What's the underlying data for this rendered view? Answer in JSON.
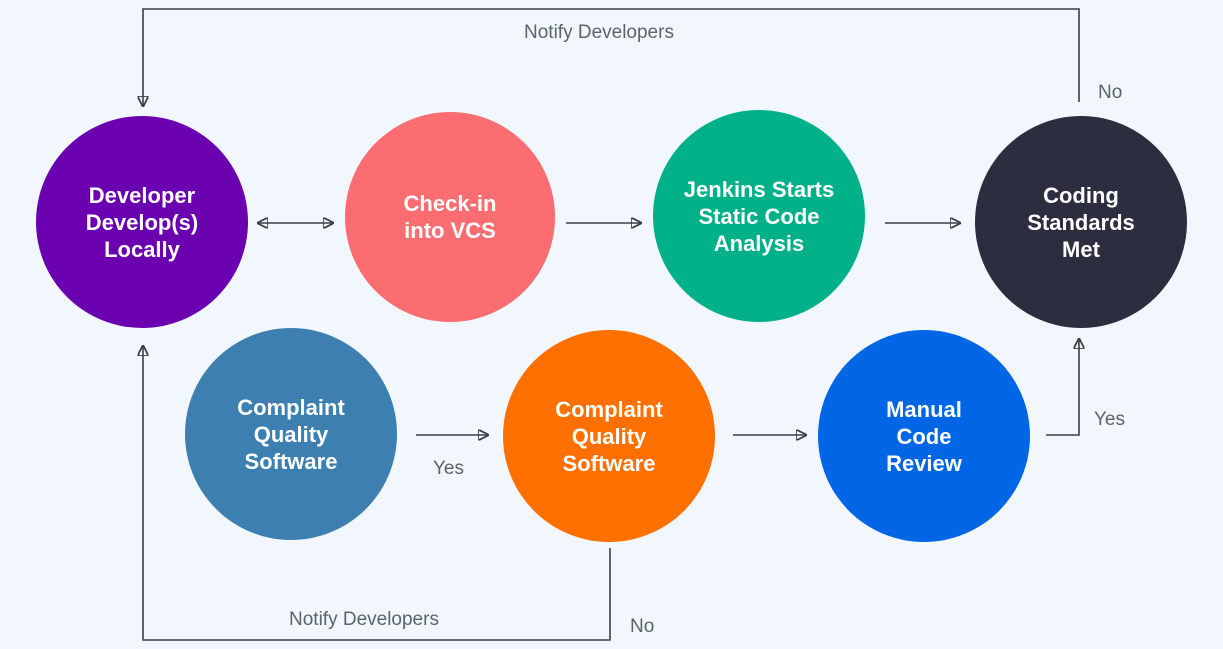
{
  "nodes": [
    {
      "id": "n1",
      "label": "Developer\nDevelop(s)\nLocally",
      "color": "#6a00b0"
    },
    {
      "id": "n2",
      "label": "Check-in\ninto VCS",
      "color": "#fb6d71"
    },
    {
      "id": "n3",
      "label": "Jenkins Starts\nStatic Code\nAnalysis",
      "color": "#00b089"
    },
    {
      "id": "n4",
      "label": "Coding\nStandards\nMet",
      "color": "#2c2e40"
    },
    {
      "id": "n5",
      "label": "Complaint\nQuality\nSoftware",
      "color": "#3d7fb0"
    },
    {
      "id": "n6",
      "label": "Complaint\nQuality\nSoftware",
      "color": "#ff7000"
    },
    {
      "id": "n7",
      "label": "Manual\nCode\nReview",
      "color": "#0066e6"
    }
  ],
  "edge_labels": {
    "notify_top": "Notify Developers",
    "no_top": "No",
    "yes_right": "Yes",
    "yes_bottom": "Yes",
    "notify_bottom": "Notify Developers",
    "no_bottom": "No"
  },
  "colors": {
    "background": "#f1f7fc",
    "connector": "#3a3f4a",
    "label_text": "#5c636e"
  }
}
